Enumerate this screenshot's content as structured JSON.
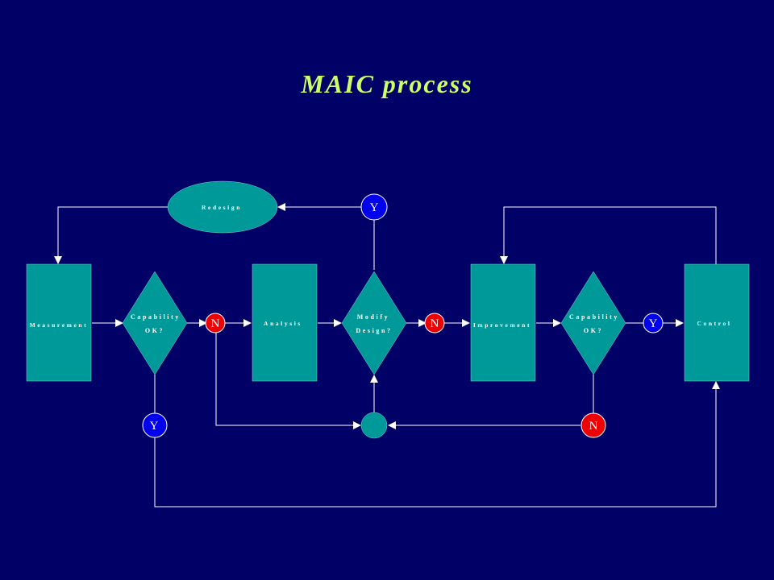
{
  "title": "MAIC process",
  "colors": {
    "background": "#000066",
    "title": "#ccff66",
    "shape_fill": "#009999",
    "yes_node": "#0000ee",
    "no_node": "#ee0000",
    "line": "#ffffff"
  },
  "nodes": {
    "measurement": "Measurement",
    "capability1_line1": "Capability",
    "capability1_line2": "OK?",
    "analysis": "Analysis",
    "modify_line1": "Modify",
    "modify_line2": "Design?",
    "improvement": "Improvement",
    "capability2_line1": "Capability",
    "capability2_line2": "OK?",
    "control": "Control",
    "redesign": "Redesign"
  },
  "decisions": {
    "yes": "Y",
    "no": "N"
  }
}
